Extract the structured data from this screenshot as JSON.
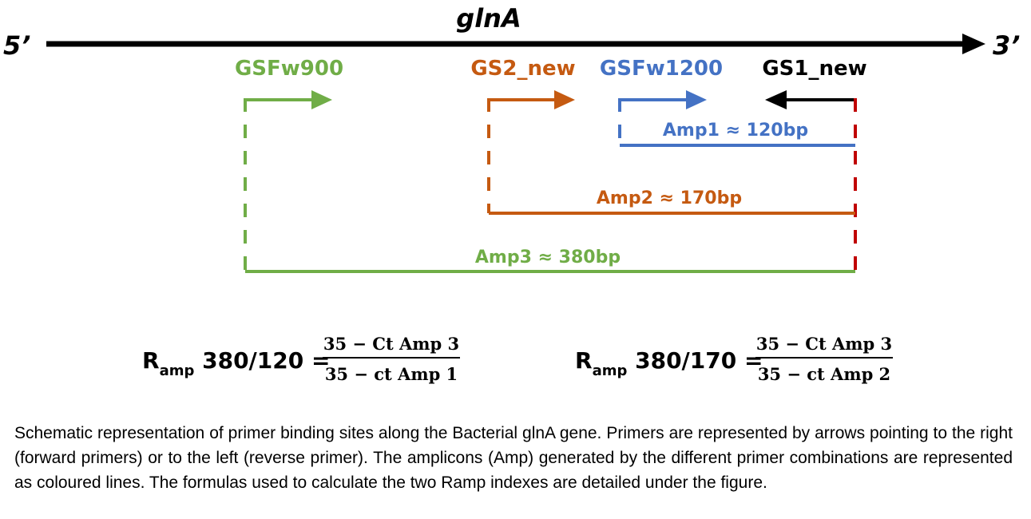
{
  "gene": {
    "title": "glnA",
    "end_left": "5’",
    "end_right": "3’"
  },
  "primers": {
    "gsfw900": {
      "label": "GSFw900",
      "direction": "forward",
      "color": "#70AD47"
    },
    "gs2_new": {
      "label": "GS2_new",
      "direction": "forward",
      "color": "#C55A11"
    },
    "gsfw1200": {
      "label": "GSFw1200",
      "direction": "forward",
      "color": "#4472C4"
    },
    "gs1_new": {
      "label": "GS1_new",
      "direction": "reverse",
      "color": "#000000"
    }
  },
  "amplicons": {
    "amp1": {
      "label": "Amp1 ≈ 120bp",
      "color": "#4472C4",
      "text_color": "#4472C4"
    },
    "amp2": {
      "label": "Amp2 ≈ 170bp",
      "color": "#C55A11",
      "text_color": "#C55A11"
    },
    "amp3": {
      "label": "Amp3 ≈ 380bp",
      "color": "#70AD47",
      "text_color": "#70AD47"
    }
  },
  "reverse_site_color": "#C00000",
  "formulas": [
    {
      "r_main": "R",
      "r_sub": "amp",
      "lhs_rest": " 380/120 =",
      "numerator": "35 − Ct Amp 3",
      "denominator": "35 − ct Amp 1"
    },
    {
      "r_main": "R",
      "r_sub": "amp",
      "lhs_rest": " 380/170 =",
      "numerator": "35 − Ct Amp 3",
      "denominator": "35 − ct Amp 2"
    }
  ],
  "caption": "Schematic representation of primer binding sites along the Bacterial glnA gene. Primers are represented by arrows pointing to the right (forward primers) or to the left (reverse primer). The amplicons (Amp) generated by the different primer combinations are represented as coloured lines. The formulas used to calculate the two Ramp indexes are detailed under the figure."
}
